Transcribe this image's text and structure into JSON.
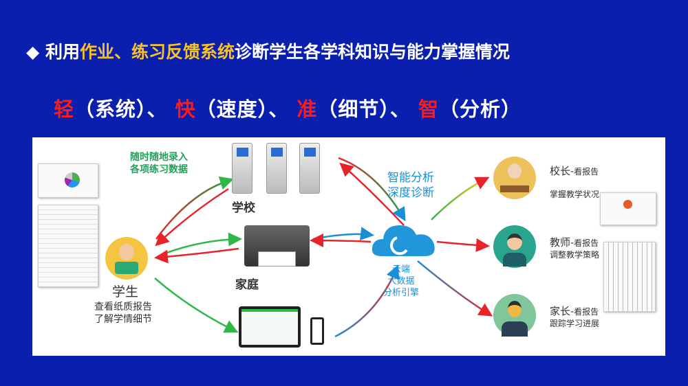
{
  "headline": {
    "bullet": "◆",
    "prefix": "利用",
    "highlight": "作业、练习反馈系统",
    "suffix": "诊断学生各学科知识与能力掌握情况"
  },
  "principles": [
    {
      "key": "轻",
      "desc": "（系统）"
    },
    {
      "key": "快",
      "desc": "（速度）"
    },
    {
      "key": "准",
      "desc": "（细节）"
    },
    {
      "key": "智",
      "desc": "（分析）"
    }
  ],
  "separator": "、",
  "diagram": {
    "input_note": [
      "随时随地录入",
      "各项练习数据"
    ],
    "school": "学校",
    "home": "家庭",
    "student": {
      "title": "学生",
      "lines": [
        "查看纸质报告",
        "了解学情细节"
      ]
    },
    "analysis": [
      "智能分析",
      "深度诊断"
    ],
    "cloud": [
      "云端",
      "大数据",
      "分析引擎"
    ],
    "principal": {
      "role": "校长-",
      "action": "看报告",
      "line": "掌握教学状况"
    },
    "teacher": {
      "role": "教师-",
      "action": "看报告",
      "line": "调整教学策略"
    },
    "parent": {
      "role": "家长-",
      "action": "看报告",
      "line": "跟踪学习进展"
    }
  },
  "colors": {
    "background": "#0b1fae",
    "highlight": "#f6c12a",
    "key": "#ff1a1a"
  }
}
